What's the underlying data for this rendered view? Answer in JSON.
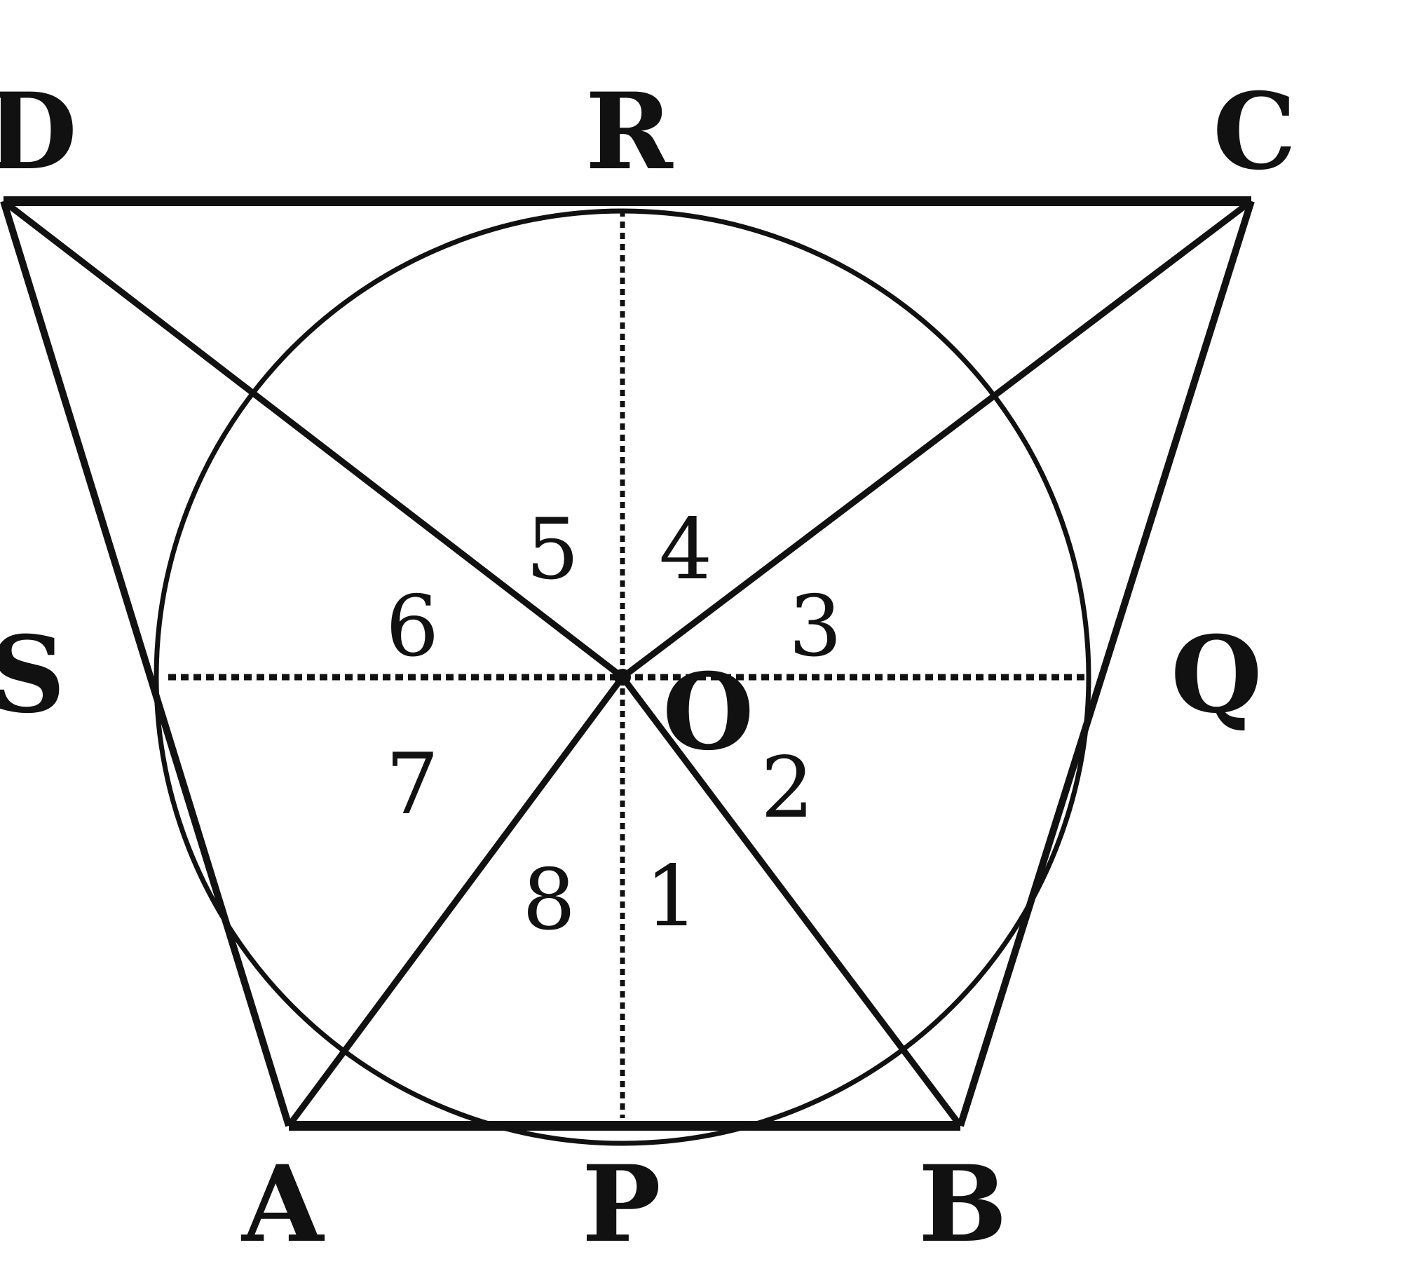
{
  "diagram": {
    "vertices": {
      "D": "D",
      "C": "C",
      "A": "A",
      "B": "B"
    },
    "tangent_points": {
      "R": "R",
      "Q": "Q",
      "P": "P",
      "S": "S"
    },
    "center": "O",
    "angles": [
      "1",
      "2",
      "3",
      "4",
      "5",
      "6",
      "7",
      "8"
    ],
    "colors": {
      "stroke": "#111111",
      "background": "#ffffff"
    }
  }
}
